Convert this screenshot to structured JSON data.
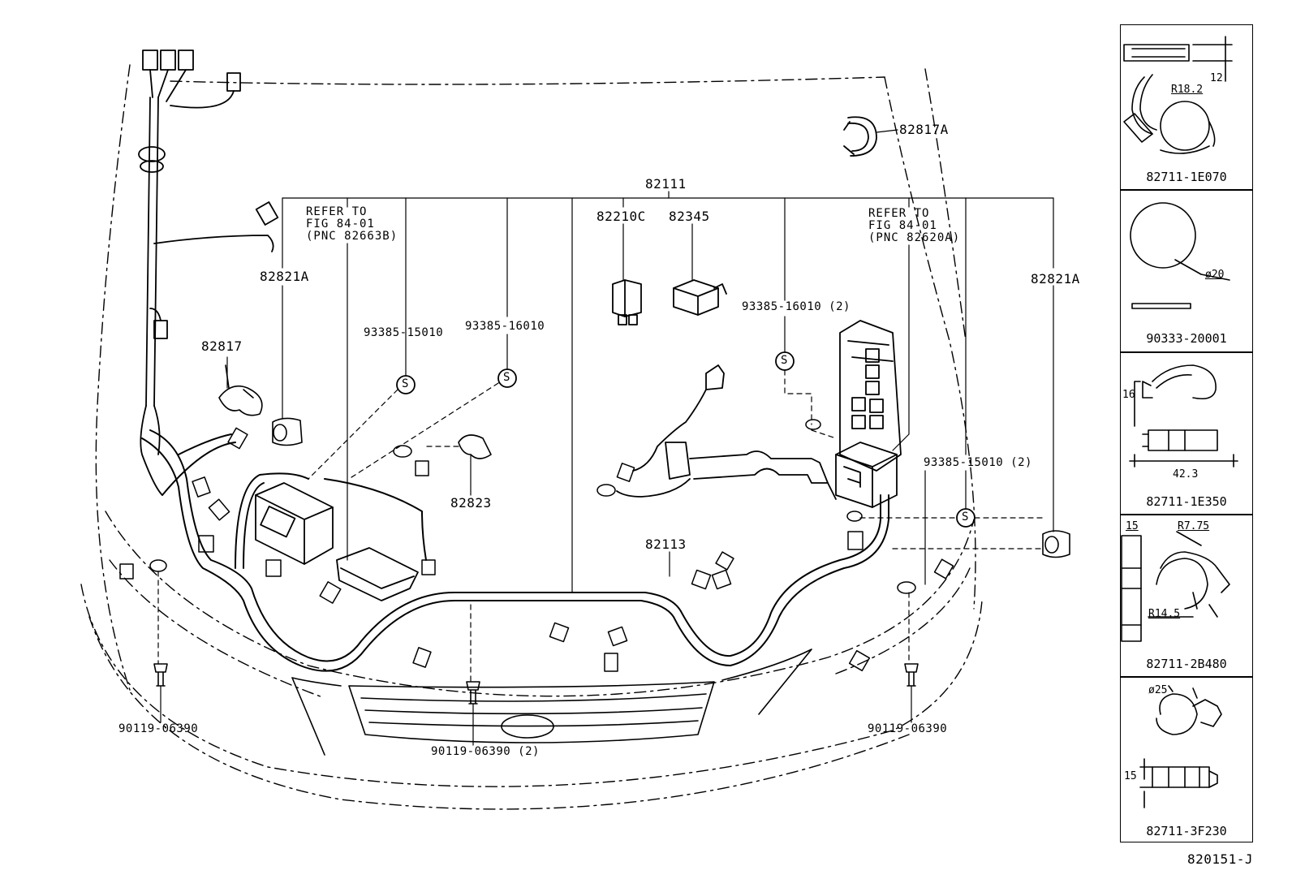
{
  "diagram_id": "820151-J",
  "main_harness": "82111",
  "notes": {
    "left": [
      "REFER TO",
      "FIG 84-01",
      "(PNC 82663B)"
    ],
    "right": [
      "REFER TO",
      "FIG 84-01",
      "(PNC 82620A)"
    ]
  },
  "part_labels": {
    "p82817A": "82817A",
    "p82210C": "82210C",
    "p82345": "82345",
    "p82821A_left": "82821A",
    "p82821A_right": "82821A",
    "p93385_15010_left": "93385-15010",
    "p93385_16010_left": "93385-16010",
    "p93385_16010_right": "93385-16010 (2)",
    "p93385_15010_right": "93385-15010 (2)",
    "p82817": "82817",
    "p82823": "82823",
    "p82113": "82113",
    "p90119_left": "90119-06390",
    "p90119_center": "90119-06390 (2)",
    "p90119_right": "90119-06390"
  },
  "clip_symbol": "S",
  "detail_panels": [
    {
      "part": "82711-1E070",
      "dims": [
        "12",
        "R18.2"
      ]
    },
    {
      "part": "90333-20001",
      "dims": [
        "ø20"
      ]
    },
    {
      "part": "82711-1E350",
      "dims": [
        "16",
        "42.3"
      ]
    },
    {
      "part": "82711-2B480",
      "dims": [
        "15",
        "R7.75",
        "R14.5"
      ]
    },
    {
      "part": "82711-3F230",
      "dims": [
        "ø25",
        "15"
      ]
    }
  ]
}
